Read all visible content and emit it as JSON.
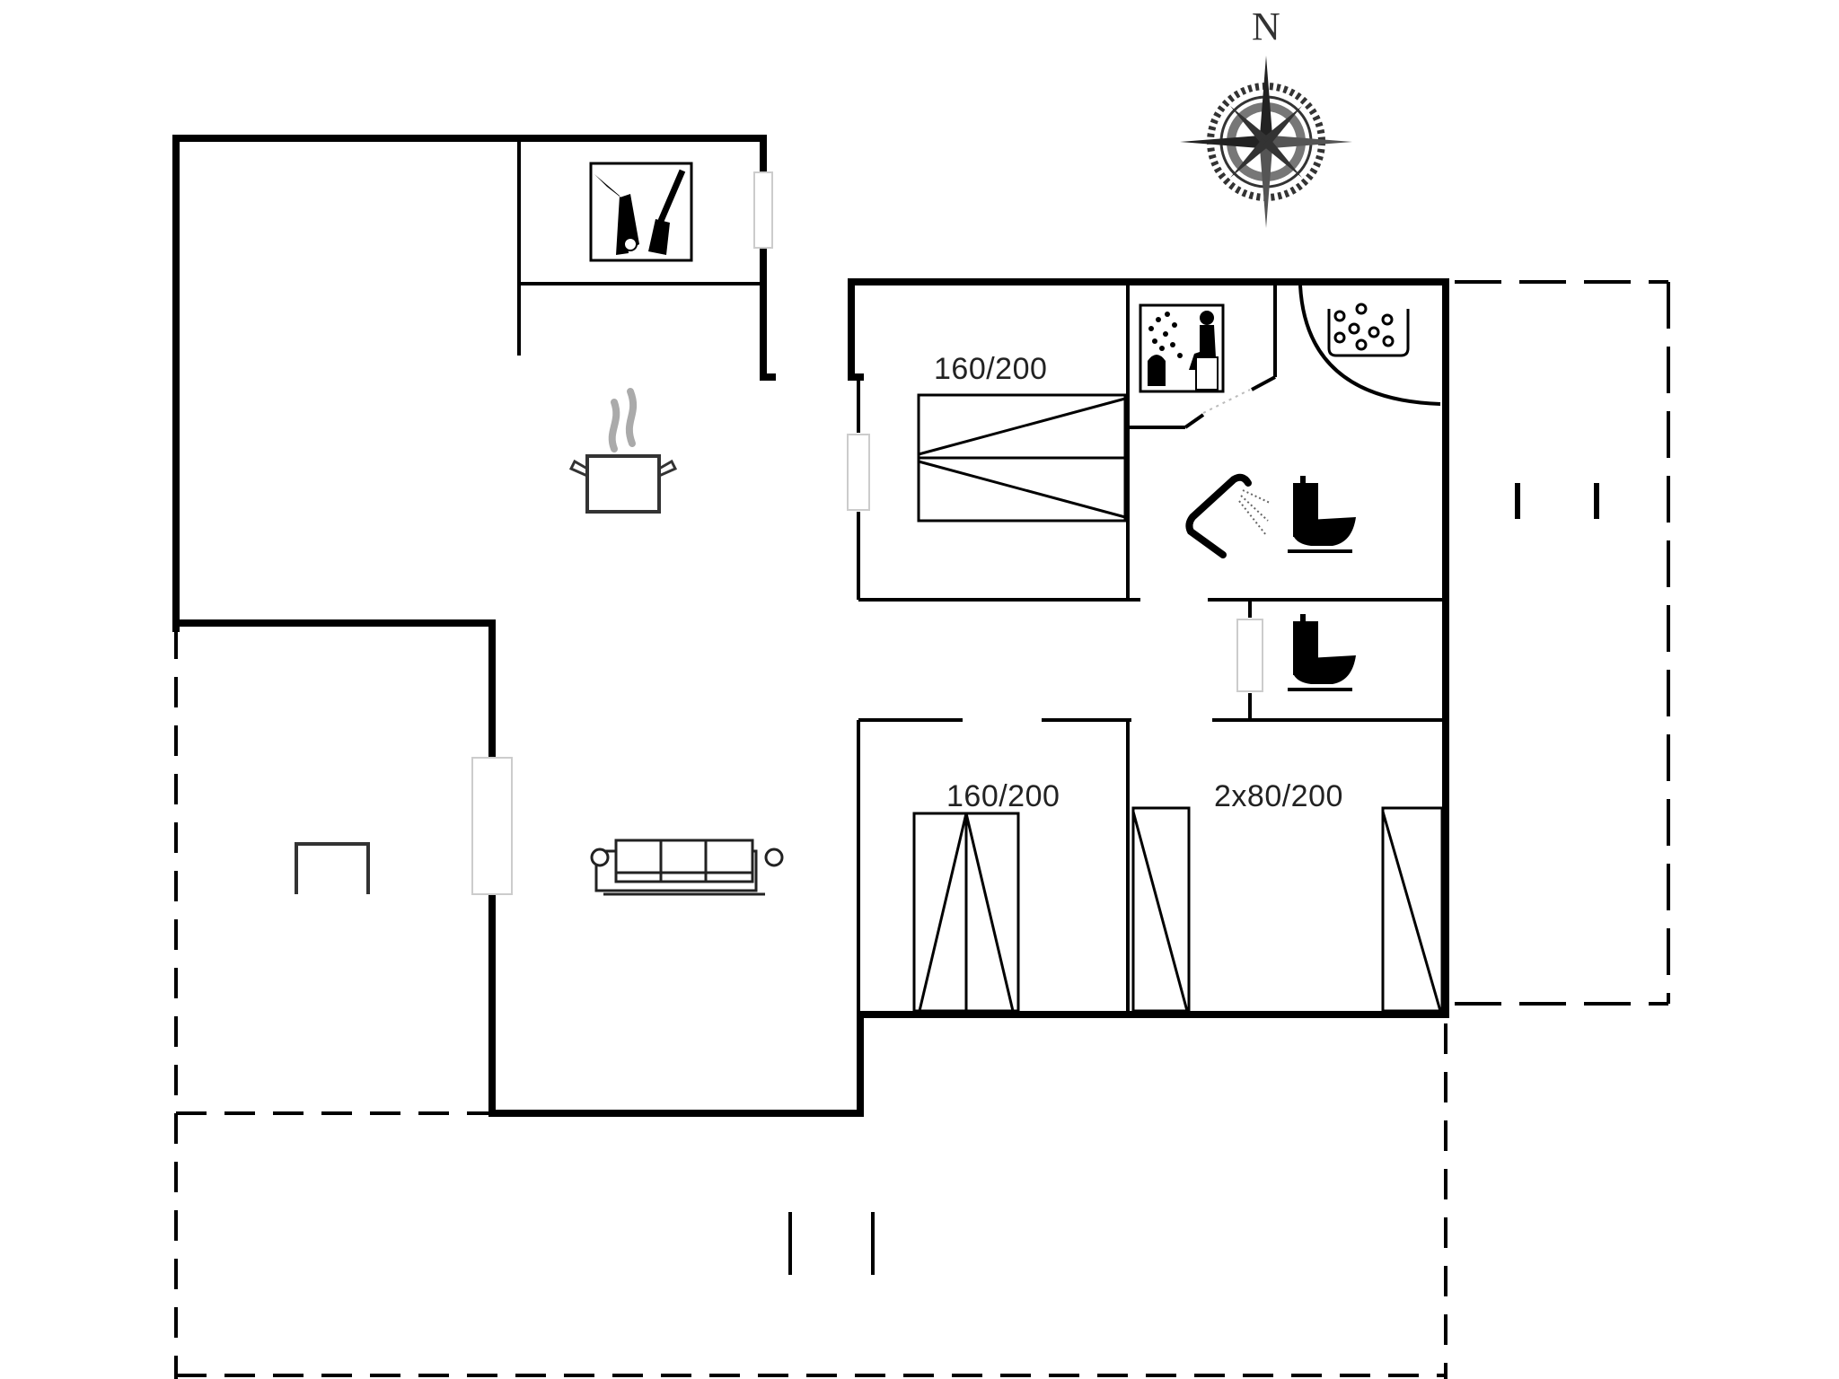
{
  "compass": {
    "north_label": "N",
    "icon": "compass-rose-icon"
  },
  "rooms": [
    {
      "id": "utility",
      "icon": "vacuum-broom-icon"
    },
    {
      "id": "kitchen",
      "icon": "cooking-pot-icon"
    },
    {
      "id": "living-room",
      "icon": "sofa-icon"
    },
    {
      "id": "bedroom-1",
      "bed_label": "160/200",
      "icon": "double-bed-icon"
    },
    {
      "id": "sauna",
      "icon": "sauna-icon"
    },
    {
      "id": "spa",
      "icon": "whirlpool-icon"
    },
    {
      "id": "bathroom",
      "icons": [
        "shower-icon",
        "toilet-icon"
      ]
    },
    {
      "id": "wc",
      "icon": "toilet-icon"
    },
    {
      "id": "bedroom-2",
      "bed_label": "160/200",
      "icon": "double-bed-icon"
    },
    {
      "id": "bedroom-3",
      "bed_label": "2x80/200",
      "icon": "twin-beds-icon"
    }
  ],
  "outdoor": [
    {
      "id": "terrace-left",
      "icon": "table-icon"
    },
    {
      "id": "terrace-right",
      "icon": "steps-icon"
    },
    {
      "id": "terrace-bottom",
      "icon": "steps-icon"
    }
  ],
  "colors": {
    "wall": "#000000",
    "background": "#ffffff",
    "steam": "#aaaaaa"
  }
}
